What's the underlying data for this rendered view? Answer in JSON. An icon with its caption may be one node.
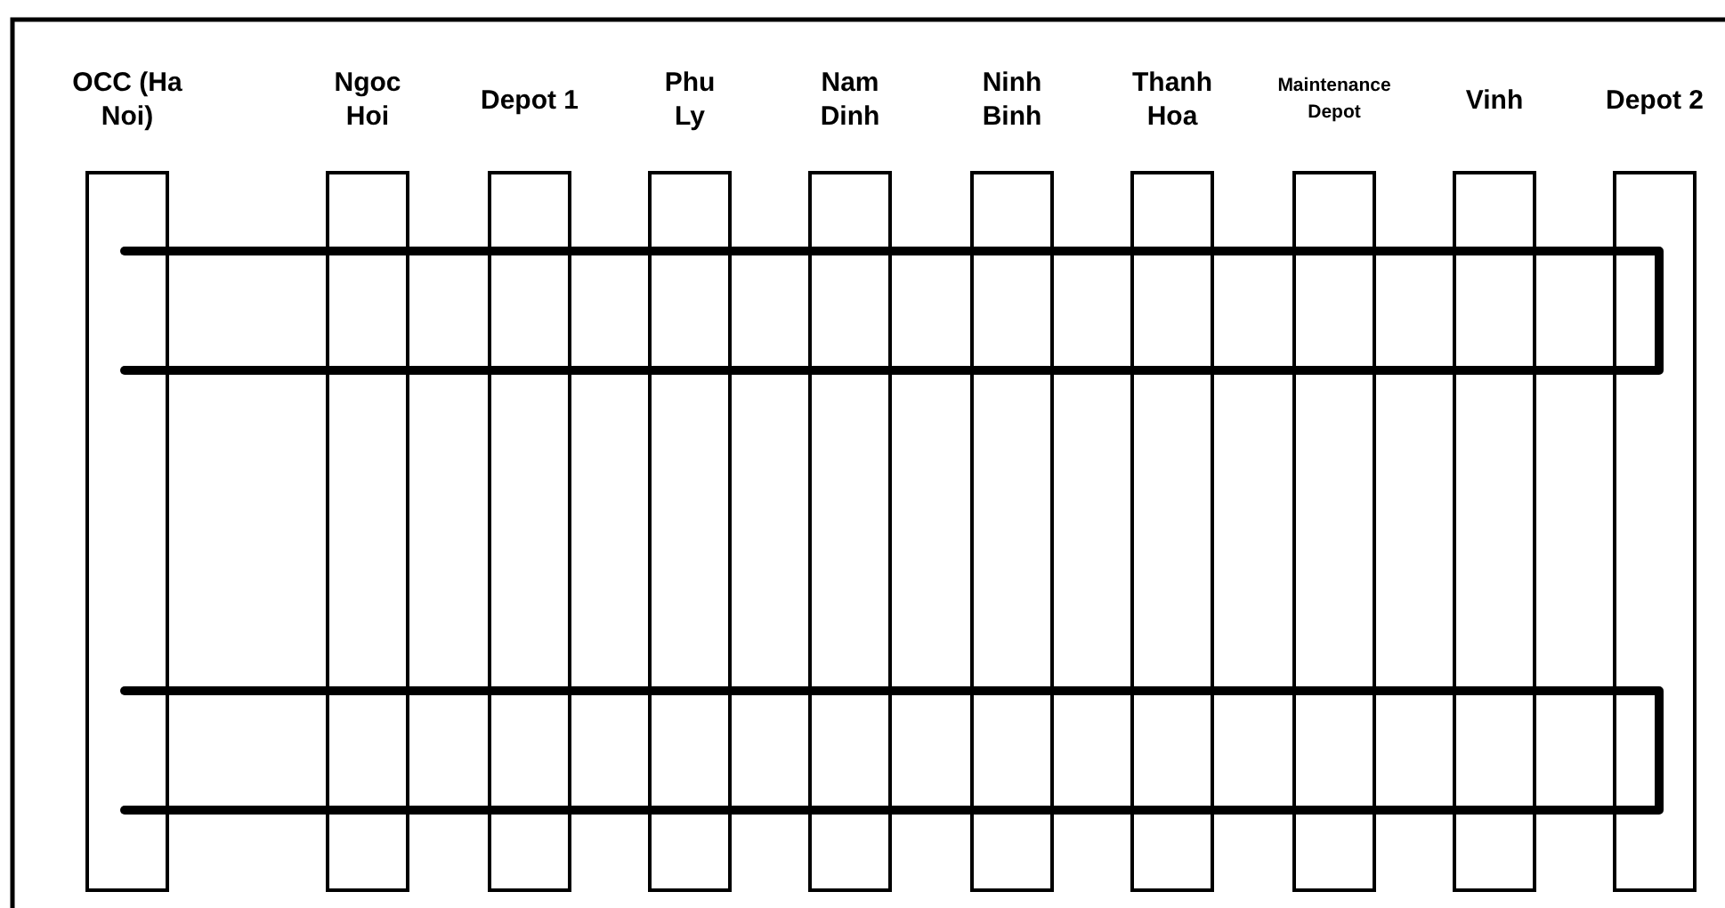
{
  "diagram": {
    "nodes": [
      {
        "text": [
          "OCC (Ha Noi)"
        ]
      },
      {
        "text": [
          "Ngoc Hoi"
        ]
      },
      {
        "text": [
          "Depot 1"
        ]
      },
      {
        "text": [
          "Phu Ly"
        ]
      },
      {
        "text": [
          "Nam Dinh"
        ]
      },
      {
        "text": [
          "Ninh Binh"
        ]
      },
      {
        "text": [
          "Thanh Hoa"
        ]
      },
      {
        "text": [
          "Maintenance Depot"
        ]
      },
      {
        "text": [
          "Vinh"
        ]
      },
      {
        "text": [
          "Depot 2"
        ]
      }
    ],
    "edges": [
      {
        "from": 0,
        "to": 1,
        "arrow": "none"
      },
      {
        "from": 1,
        "to": 2,
        "arrow": "none"
      },
      {
        "from": 2,
        "to": 3,
        "arrow": "none"
      },
      {
        "from": 3,
        "to": 4,
        "arrow": "none"
      },
      {
        "from": 4,
        "to": 5,
        "arrow": "none"
      },
      {
        "from": 5,
        "to": 6,
        "arrow": "none"
      },
      {
        "from": 6,
        "to": 7,
        "arrow": "none"
      },
      {
        "from": 7,
        "to": 8,
        "arrow": "none"
      },
      {
        "from": 8,
        "to": 9,
        "arrow": "none"
      },
      {
        "from": 0,
        "to": 1,
        "arrow": "none"
      },
      {
        "from": 1,
        "to": 2,
        "arrow": "none"
      },
      {
        "from": 2,
        "to": 3,
        "arrow": "none"
      },
      {
        "from": 3,
        "to": 4,
        "arrow": "none"
      },
      {
        "from": 4,
        "to": 5,
        "arrow": "none"
      },
      {
        "from": 5,
        "to": 6,
        "arrow": "none"
      },
      {
        "from": 6,
        "to": 7,
        "arrow": "none"
      },
      {
        "from": 7,
        "to": 8,
        "arrow": "none"
      },
      {
        "from": 8,
        "to": 9,
        "arrow": "none"
      },
      {
        "from": 0,
        "to": 1,
        "arrow": "none"
      },
      {
        "from": 1,
        "to": 2,
        "arrow": "none"
      },
      {
        "from": 2,
        "to": 3,
        "arrow": "none"
      },
      {
        "from": 3,
        "to": 4,
        "arrow": "none"
      },
      {
        "from": 4,
        "to": 5,
        "arrow": "none"
      },
      {
        "from": 5,
        "to": 6,
        "arrow": "none"
      },
      {
        "from": 6,
        "to": 7,
        "arrow": "none"
      },
      {
        "from": 7,
        "to": 8,
        "arrow": "none"
      },
      {
        "from": 8,
        "to": 9,
        "arrow": "none"
      },
      {
        "from": 0,
        "to": 1,
        "arrow": "none"
      },
      {
        "from": 1,
        "to": 2,
        "arrow": "none"
      },
      {
        "from": 2,
        "to": 3,
        "arrow": "none"
      },
      {
        "from": 3,
        "to": 4,
        "arrow": "none"
      },
      {
        "from": 4,
        "to": 5,
        "arrow": "none"
      },
      {
        "from": 5,
        "to": 6,
        "arrow": "none"
      },
      {
        "from": 6,
        "to": 7,
        "arrow": "none"
      },
      {
        "from": 7,
        "to": 8,
        "arrow": "none"
      },
      {
        "from": 8,
        "to": 9,
        "arrow": "none"
      }
    ]
  }
}
